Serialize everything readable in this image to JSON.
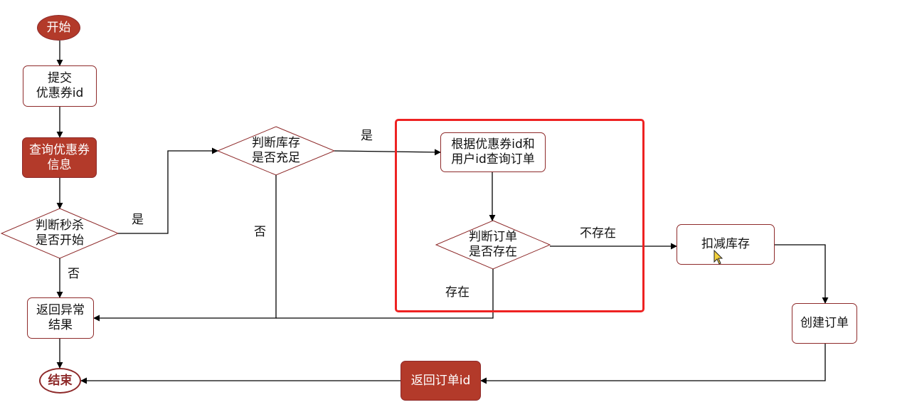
{
  "diagram": {
    "start": "开始",
    "submit": [
      "提交",
      "优惠券id"
    ],
    "query_coupon": [
      "查询优惠券",
      "信息"
    ],
    "check_seckill": [
      "判断秒杀",
      "是否开始"
    ],
    "check_stock": [
      "判断库存",
      "是否充足"
    ],
    "query_order": [
      "根据优惠券id和",
      "用户id查询订单"
    ],
    "check_order": [
      "判断订单",
      "是否存在"
    ],
    "deduct_stock": "扣减库存",
    "create_order": "创建订单",
    "return_order_id": "返回订单id",
    "return_error": [
      "返回异常",
      "结果"
    ],
    "end": "结束",
    "edge_labels": {
      "seckill_yes": "是",
      "seckill_no": "否",
      "stock_yes": "是",
      "stock_no": "否",
      "order_not_exist": "不存在",
      "order_exist": "存在"
    },
    "colors": {
      "filled_node": "#b33a2a",
      "border": "#8e2a2a",
      "highlight": "#ee2222",
      "arrow": "#000000"
    }
  }
}
